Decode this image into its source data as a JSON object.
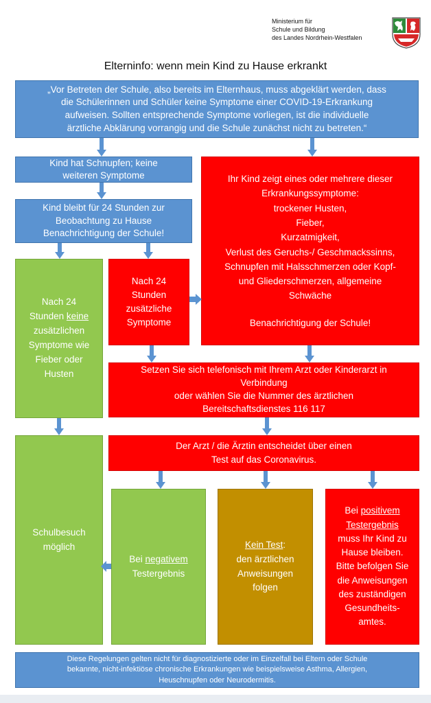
{
  "header": {
    "ministry_lines": [
      "Ministerium für",
      "Schule und Bildung",
      "des Landes Nordrhein-Westfalen"
    ],
    "crest_icon": "nrw-coat-of-arms-icon"
  },
  "title": "Elterninfo: wenn mein Kind zu Hause erkrankt",
  "colors": {
    "blue": "#5b93d1",
    "red": "#ff0000",
    "green": "#92c84f",
    "gold": "#c28f00"
  },
  "boxes": {
    "intro": [
      "„Vor Betreten der Schule, also bereits im Elternhaus, muss abgeklärt werden, dass",
      "die Schülerinnen und Schüler keine Symptome einer COVID-19-Erkrankung",
      "aufweisen. Sollten entsprechende Symptome vorliegen, ist die individuelle",
      "ärztliche Abklärung vorrangig und die Schule zunächst nicht zu betreten.“"
    ],
    "schnupfen": [
      "Kind hat Schnupfen; keine",
      "weiteren Symptome"
    ],
    "beobachtung": [
      "Kind bleibt für 24 Stunden zur",
      "Beobachtung zu Hause",
      "Benachrichtigung der Schule!"
    ],
    "symptome": {
      "lines": [
        "Ihr Kind zeigt eines oder mehrere dieser",
        "Erkrankungssymptome:",
        "trockener Husten,",
        "Fieber,",
        "Kurzatmigkeit,",
        "Verlust des Geruchs-/ Geschmackssinns,",
        "Schnupfen mit Halsschmerzen oder Kopf-",
        "und Gliederschmerzen, allgemeine",
        "Schwäche"
      ],
      "notice": "Benachrichtigung der Schule!"
    },
    "no_symptoms": {
      "line1": "Nach 24",
      "line2_pre": "Stunden ",
      "line2_u": "keine",
      "rest": [
        "zusätzlichen",
        "Symptome wie",
        "Fieber oder",
        "Husten"
      ]
    },
    "extra_symptoms": [
      "Nach 24",
      "Stunden",
      "zusätzliche",
      "Symptome"
    ],
    "arzt_kontakt": [
      "Setzen Sie sich telefonisch mit Ihrem Arzt oder Kinderarzt in",
      "Verbindung",
      "oder wählen Sie die Nummer des ärztlichen",
      "Bereitschaftsdienstes 116 117"
    ],
    "schulbesuch": [
      "Schulbesuch",
      "möglich"
    ],
    "arzt_entscheid": [
      "Der Arzt / die Ärztin entscheidet über einen",
      "Test auf das Coronavirus."
    ],
    "negativ": {
      "pre": "Bei ",
      "u": "negativem",
      "line2": "Testergebnis"
    },
    "kein_test": {
      "u": "Kein Test",
      "post": ":",
      "rest": [
        "den ärztlichen",
        "Anweisungen",
        "folgen"
      ]
    },
    "positiv": {
      "pre": "Bei ",
      "u1": "positivem",
      "u2": "Testergebnis",
      "rest": [
        "muss Ihr Kind zu",
        "Hause bleiben.",
        "Bitte befolgen Sie",
        "die Anweisungen",
        "des zuständigen",
        "Gesundheits-",
        "amtes."
      ]
    },
    "footer": [
      "Diese Regelungen gelten nicht für diagnostizierte oder im Einzelfall bei Eltern oder Schule",
      "bekannte, nicht-infektiöse chronische Erkrankungen wie beispielsweise Asthma, Allergien,",
      "Heuschnupfen oder Neurodermitis."
    ]
  }
}
